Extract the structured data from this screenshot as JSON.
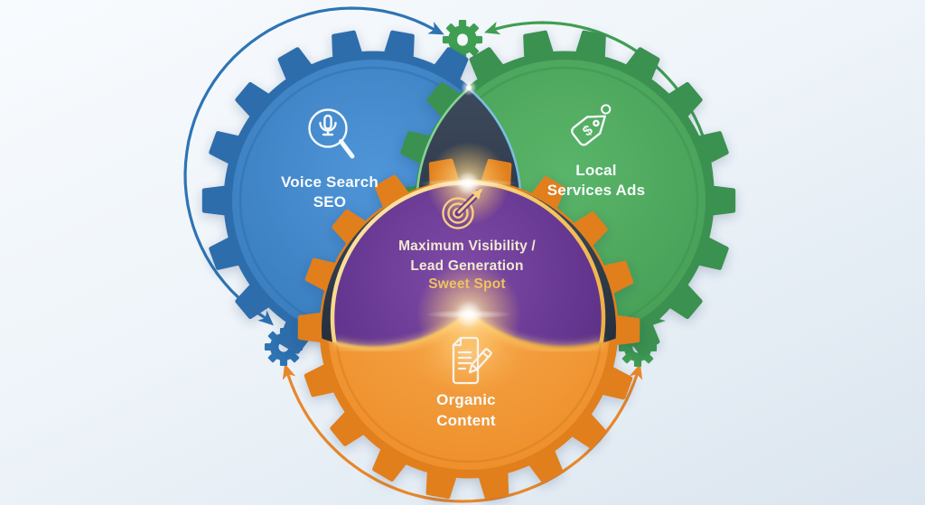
{
  "palette": {
    "background_top": "#f8fbfe",
    "background_bottom": "#dbe5ef",
    "blue": "#3478b8",
    "blue_deep": "#2d6dab",
    "blue_light": "#4f95d8",
    "blue_arrow": "#2e74b4",
    "green": "#45a055",
    "green_deep": "#3b9150",
    "green_light": "#5ab569",
    "green_arrow": "#3f9e52",
    "orange": "#ee8c26",
    "orange_deep": "#e07f1f",
    "orange_light": "#f7a94e",
    "orange_arrow": "#e8872a",
    "purple": "#512a7a",
    "purple_light": "#7e4ba6",
    "gold": "#f5c45f",
    "gold_light": "#ffedbb",
    "gold_deep": "#e9a031",
    "overlap_dark_top": "#3d4a5c",
    "overlap_dark_bottom": "#242e3c",
    "label_white": "#f7fbfd",
    "center_cream": "#f1e9d2",
    "center_gold": "#eec35f"
  },
  "circles": [
    {
      "id": "voice-search-seo",
      "label_lines": [
        "Voice Search",
        "SEO"
      ],
      "icon": "voice-search-icon"
    },
    {
      "id": "local-services-ads",
      "label_lines": [
        "Local",
        "Services Ads"
      ],
      "icon": "price-tag-icon"
    },
    {
      "id": "organic-content",
      "label_lines": [
        "Organic",
        "Content"
      ],
      "icon": "content-writing-icon"
    }
  ],
  "center": {
    "id": "sweet-spot",
    "label_lines": [
      "Maximum Visibility /",
      "Lead Generation",
      "Sweet Spot"
    ],
    "icon": "target-arrow-icon"
  },
  "connector_gears": [
    {
      "id": "top",
      "color_key": "green_arrow"
    },
    {
      "id": "left",
      "color_key": "blue_arrow"
    },
    {
      "id": "right",
      "color_key": "green_arrow"
    }
  ],
  "cycle_arrows": [
    {
      "id": "voice-search-cycle",
      "color_key": "blue_arrow"
    },
    {
      "id": "local-services-cycle",
      "color_key": "green_arrow"
    },
    {
      "id": "organic-cycle",
      "color_key": "orange_arrow"
    }
  ]
}
